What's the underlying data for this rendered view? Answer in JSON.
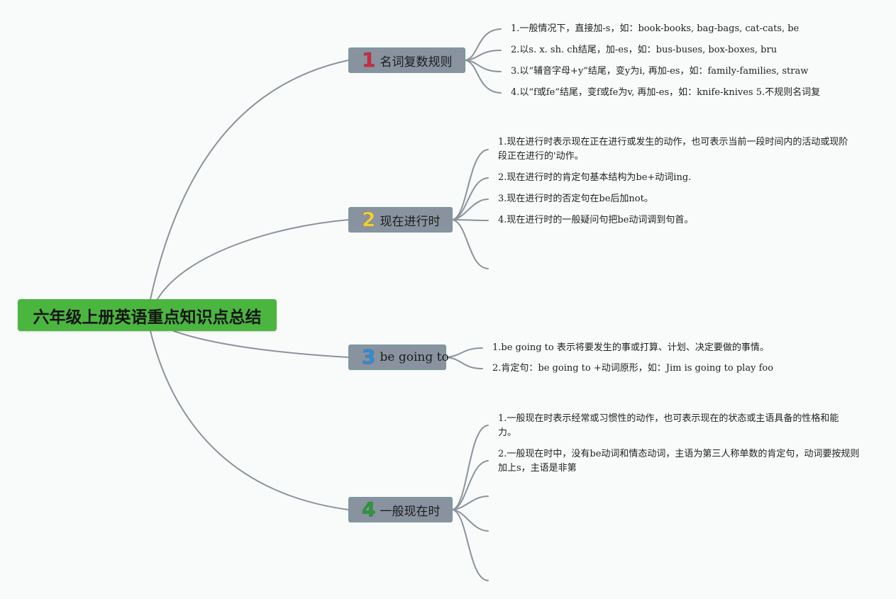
{
  "root": {
    "title": "六年级上册英语重点知识点总结"
  },
  "colors": {
    "root_bg": "#4bb63f",
    "branch_bg": "#8993a0",
    "connector": "#8b939c",
    "num1": "#d22a3c",
    "num2": "#f1cf3b",
    "num3": "#2f8fd6",
    "num4": "#2c9a36"
  },
  "branches": [
    {
      "num": "1",
      "title": "名词复数规则",
      "items": [
        "1.一般情况下，直接加-s，如：book-books, bag-bags, cat-cats, be",
        "2.以s. x. sh. ch结尾，加-es，如：bus-buses, box-boxes, bru",
        "3.以“辅音字母+y”结尾，变y为i, 再加-es，如：family-families, straw",
        "4.以“f或fe”结尾，变f或fe为v, 再加-es，如：knife-knives 5.不规则名词复"
      ]
    },
    {
      "num": "2",
      "title": "现在进行时",
      "items": [
        "1.现在进行时表示现在正在进行或发生的动作，也可表示当前一段时间内的活动或现阶段正在进行的'动作。",
        "2.现在进行时的肯定句基本结构为be+动词ing.",
        "3.现在进行时的否定句在be后加not。",
        "4.现在进行时的一般疑问句把be动词调到句首。"
      ]
    },
    {
      "num": "3",
      "title": "be going to",
      "items": [
        "1.be going to 表示将要发生的事或打算、计划、决定要做的事情。",
        "2.肯定句：be going to +动词原形，如：Jim is going to play foo"
      ]
    },
    {
      "num": "4",
      "title": "一般现在时",
      "items": [
        "1.一般现在时表示经常或习惯性的动作，也可表示现在的状态或主语具备的性格和能力。",
        "2.一般现在时中，没有be动词和情态动词，主语为第三人称单数的肯定句，动词要按规则加上s，主语是非第"
      ]
    }
  ]
}
